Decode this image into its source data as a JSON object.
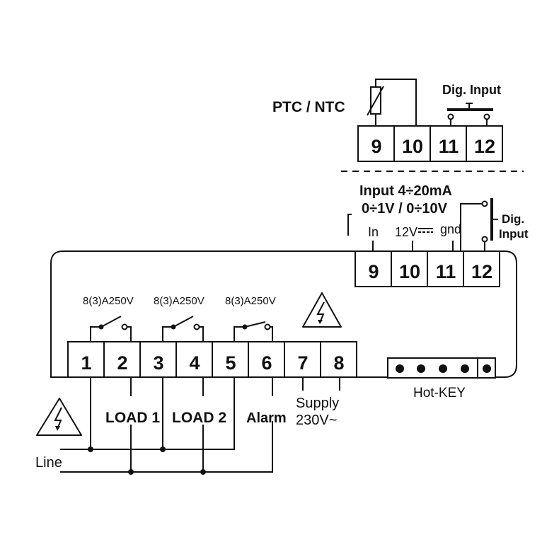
{
  "top_block": {
    "sensor_label": "PTC / NTC",
    "dig_input_label": "Dig. Input",
    "terminals": [
      "9",
      "10",
      "11",
      "12"
    ]
  },
  "lower_inputs": {
    "title_line1": "Input 4÷20mA",
    "title_line2": "0÷1V / 0÷10V",
    "pin_in": "In",
    "pin_12v": "12V",
    "pin_gnd": "gnd",
    "dig_input_line1": "Dig.",
    "dig_input_line2": "Input",
    "terminals": [
      "9",
      "10",
      "11",
      "12"
    ]
  },
  "relays": {
    "ratings": [
      "8(3)A250V",
      "8(3)A250V",
      "8(3)A250V"
    ]
  },
  "main_terminals": [
    "1",
    "2",
    "3",
    "4",
    "5",
    "6",
    "7",
    "8"
  ],
  "hotkey_label": "Hot-KEY",
  "loads": {
    "load1": "LOAD 1",
    "load2": "LOAD 2",
    "alarm": "Alarm",
    "supply_line1": "Supply",
    "supply_line2": "230V~",
    "line": "Line"
  }
}
